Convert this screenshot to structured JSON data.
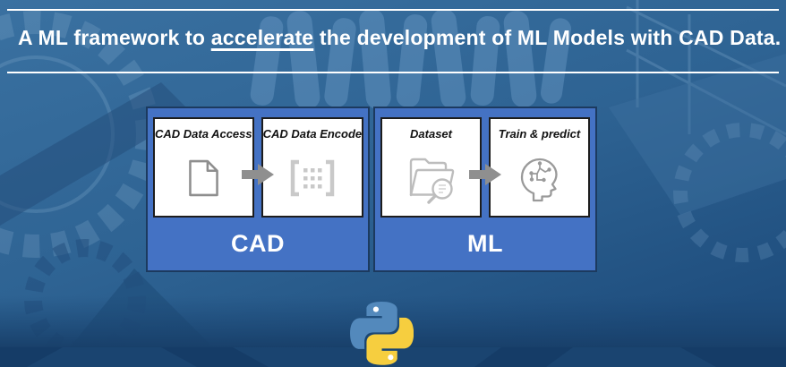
{
  "slide": {
    "title": {
      "prefix": "A ML framework to ",
      "emphasis": "accelerate",
      "suffix": " the development of ML Models with CAD Data."
    }
  },
  "groups": [
    {
      "label": "CAD",
      "cards": [
        {
          "label": "CAD Data Access",
          "icon": "document-icon"
        },
        {
          "label": "CAD Data Encode",
          "icon": "matrix-icon"
        }
      ]
    },
    {
      "label": "ML",
      "cards": [
        {
          "label": "Dataset",
          "icon": "folder-search-icon"
        },
        {
          "label": "Train & predict",
          "icon": "brain-head-icon"
        }
      ]
    }
  ],
  "footer": {
    "logo": "python-logo"
  },
  "colors": {
    "accent_box": "#4472C4",
    "box_border": "#1C3A5F",
    "python_blue": "#5389BC",
    "python_yellow": "#F6CE3F",
    "background_mid": "#2F6493",
    "bottom_strip": "#1A4470",
    "arrow_gray": "#8F8F8F"
  }
}
